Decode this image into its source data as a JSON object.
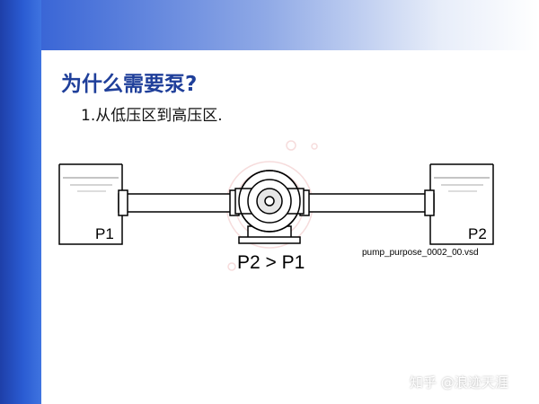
{
  "slide": {
    "title": "为什么需要泵?",
    "subtitle": "1.从低压区到高压区."
  },
  "diagram": {
    "tank_left_label": "P1",
    "tank_right_label": "P2",
    "relation_label": "P2 > P1",
    "file_name": "pump_purpose_0002_00.vsd"
  },
  "watermark": "知乎 @浪迹天涯",
  "colors": {
    "title": "#1f3f9a",
    "left_bar": "#2a5bd2",
    "line": "#000000"
  }
}
